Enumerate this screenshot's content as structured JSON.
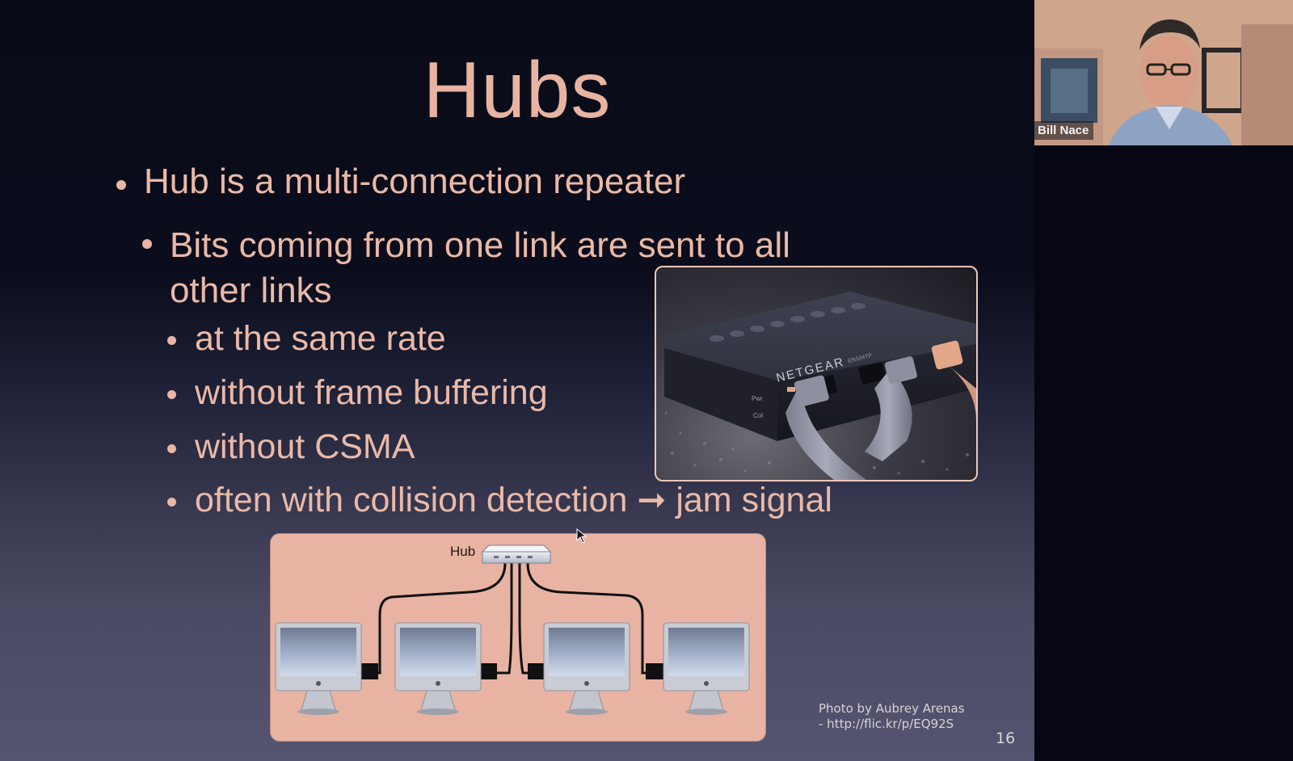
{
  "slide": {
    "title": "Hubs",
    "bullets": {
      "level1": "Hub is a multi-connection repeater",
      "level2": "Bits coming from one link are sent to all other links",
      "level3": [
        "at the same rate",
        "without frame buffering",
        "without CSMA",
        "often with collision detection ➞ jam signal"
      ]
    },
    "photo": {
      "brand_text": "NETGEAR",
      "model_text": "EN104TP",
      "led_labels": [
        "Pwr",
        "Col"
      ]
    },
    "diagram": {
      "hub_label": "Hub",
      "computer_count": 4
    },
    "credit_line1": "Photo by Aubrey Arenas",
    "credit_line2": "- http://flic.kr/p/EQ92S",
    "slide_number": "16"
  },
  "participant": {
    "name": "Bill Nace"
  },
  "colors": {
    "title_text": "#e8b4a2",
    "bullet_text": "#eab9a8",
    "diagram_bg": "#e8b3a2"
  }
}
